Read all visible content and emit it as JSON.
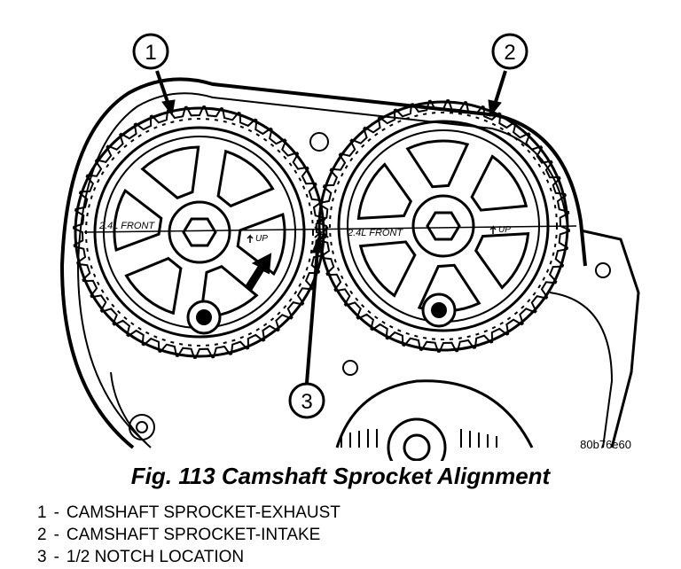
{
  "callouts": [
    {
      "number": "1"
    },
    {
      "number": "2"
    },
    {
      "number": "3"
    }
  ],
  "sprocket_markings": {
    "left_front": "2.4L FRONT",
    "left_up": "UP",
    "right_front": "2.4L FRONT",
    "right_up": "UP"
  },
  "image_code": "80b76e60",
  "caption": "Fig. 113 Camshaft Sprocket Alignment",
  "legend": [
    {
      "number": "1",
      "separator": "-",
      "text": "CAMSHAFT SPROCKET-EXHAUST"
    },
    {
      "number": "2",
      "separator": "-",
      "text": "CAMSHAFT SPROCKET-INTAKE"
    },
    {
      "number": "3",
      "separator": "-",
      "text": "1/2 NOTCH LOCATION"
    }
  ]
}
